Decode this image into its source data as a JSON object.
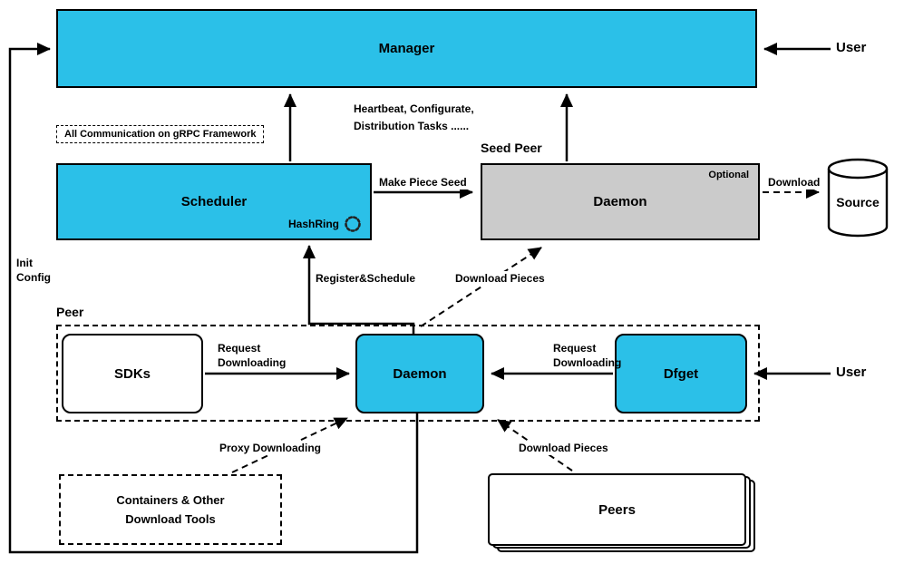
{
  "colors": {
    "accent": "#2bc0e8",
    "gray": "#cbcbcb",
    "line": "#000000"
  },
  "manager": {
    "label": "Manager"
  },
  "users": {
    "top": "User",
    "bottom": "User"
  },
  "notes": {
    "grpc": "All Communication on gRPC Framework",
    "heartbeat_line1": "Heartbeat, Configurate,",
    "heartbeat_line2": "Distribution Tasks ......",
    "init_line1": "Init",
    "init_line2": "Config",
    "optional": "Optional"
  },
  "scheduler": {
    "label": "Scheduler",
    "hashring": "HashRing"
  },
  "seed_peer": {
    "title": "Seed Peer",
    "daemon": "Daemon"
  },
  "source": {
    "label": "Source"
  },
  "peer": {
    "title": "Peer",
    "sdks": "SDKs",
    "daemon": "Daemon",
    "dfget": "Dfget"
  },
  "containers": {
    "line1": "Containers & Other",
    "line2": "Download Tools"
  },
  "peers": {
    "label": "Peers"
  },
  "edges": {
    "make_piece_seed": "Make Piece Seed",
    "download": "Download",
    "register_schedule": "Register&Schedule",
    "download_pieces_seed": "Download Pieces",
    "request_left_line1": "Request",
    "request_left_line2": "Downloading",
    "request_right_line1": "Request",
    "request_right_line2": "Downloading",
    "proxy_downloading": "Proxy Downloading",
    "download_pieces_peers": "Download Pieces"
  }
}
